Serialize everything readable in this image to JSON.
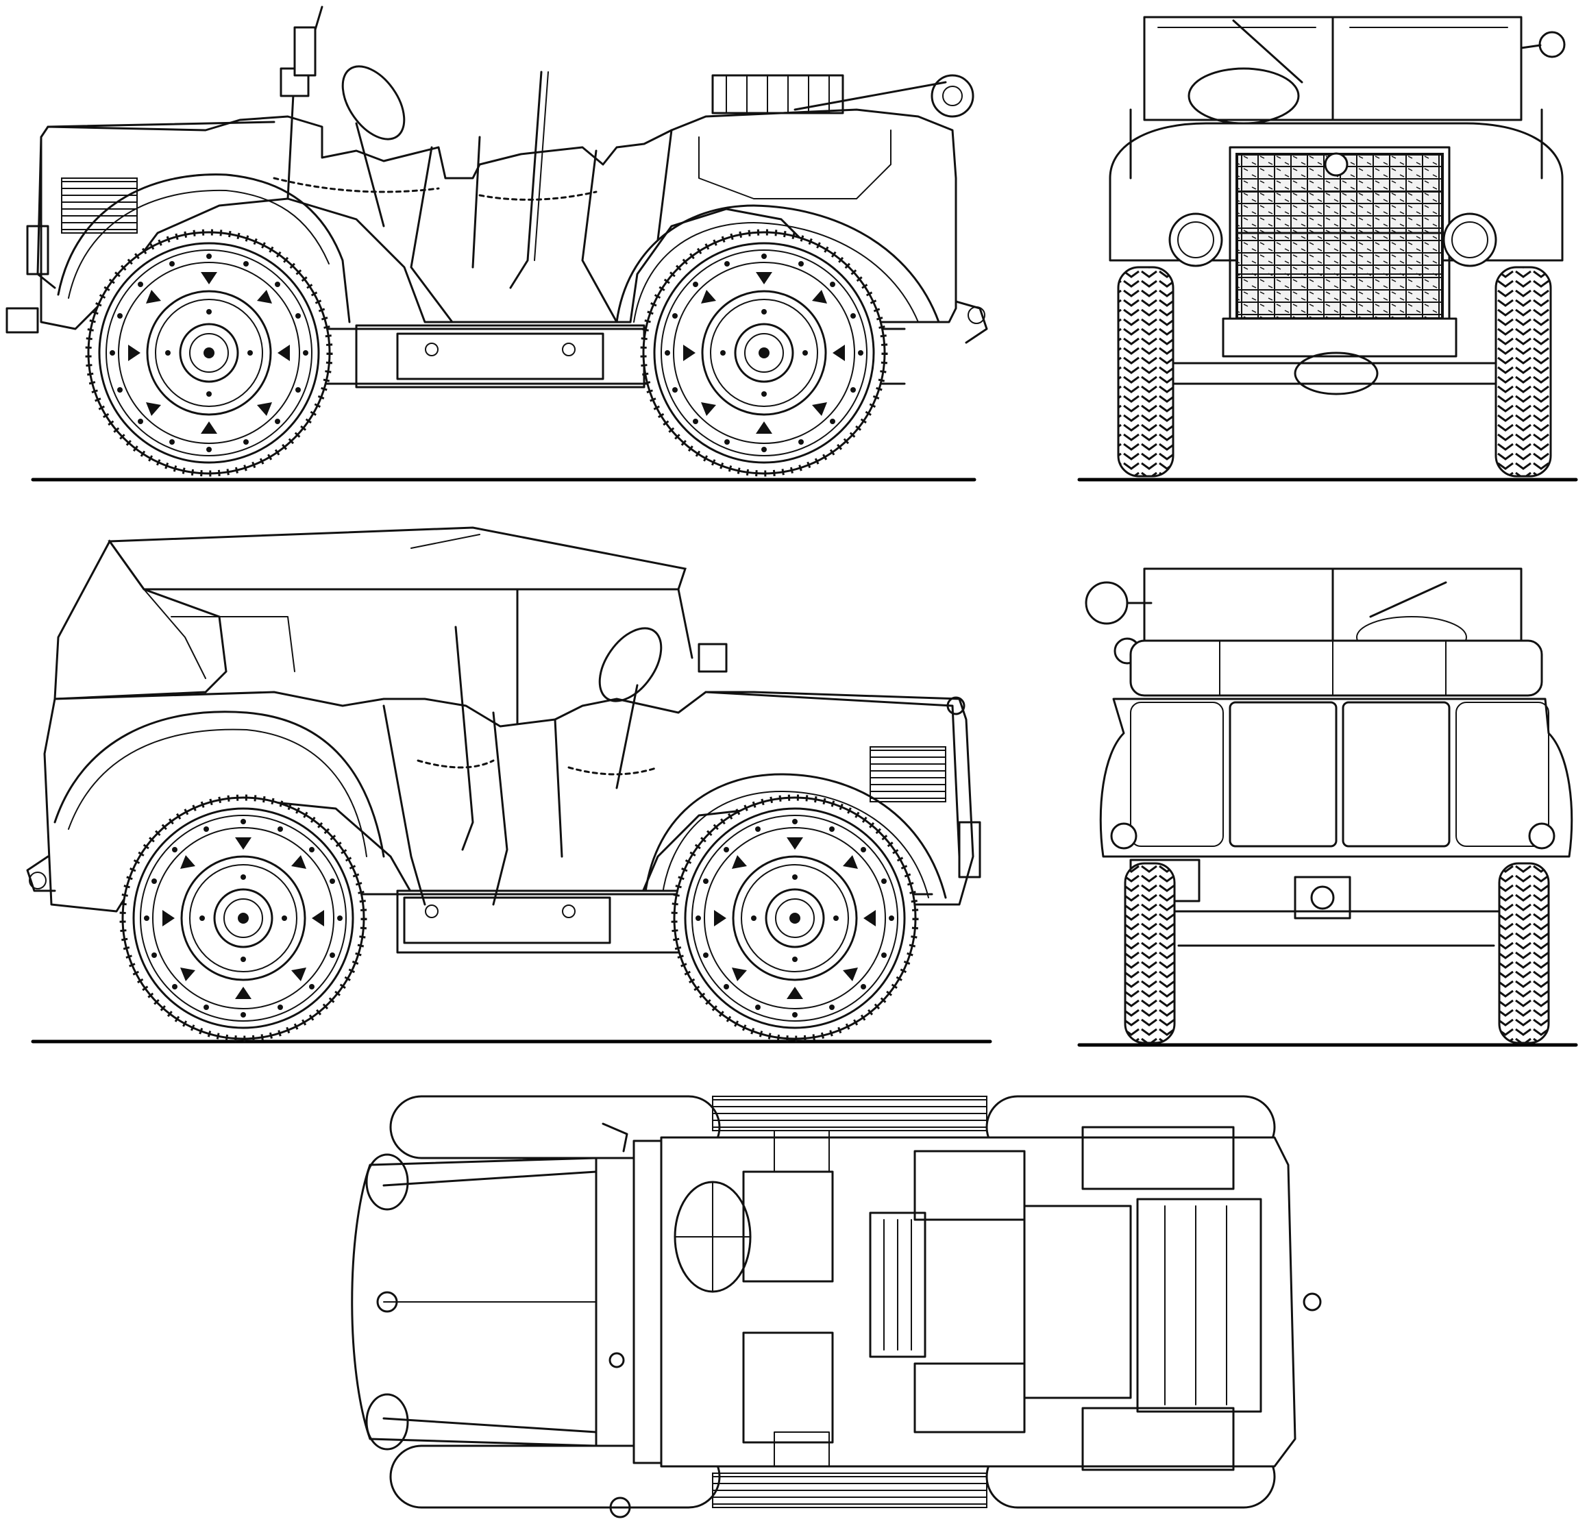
{
  "drawing": {
    "subject": "",
    "background_color": "#ffffff",
    "line_color": "#111111",
    "views": [
      {
        "id": "side-left-open",
        "description": ""
      },
      {
        "id": "front",
        "description": ""
      },
      {
        "id": "side-right-canvas-top",
        "description": ""
      },
      {
        "id": "rear",
        "description": ""
      },
      {
        "id": "top",
        "description": ""
      }
    ]
  }
}
